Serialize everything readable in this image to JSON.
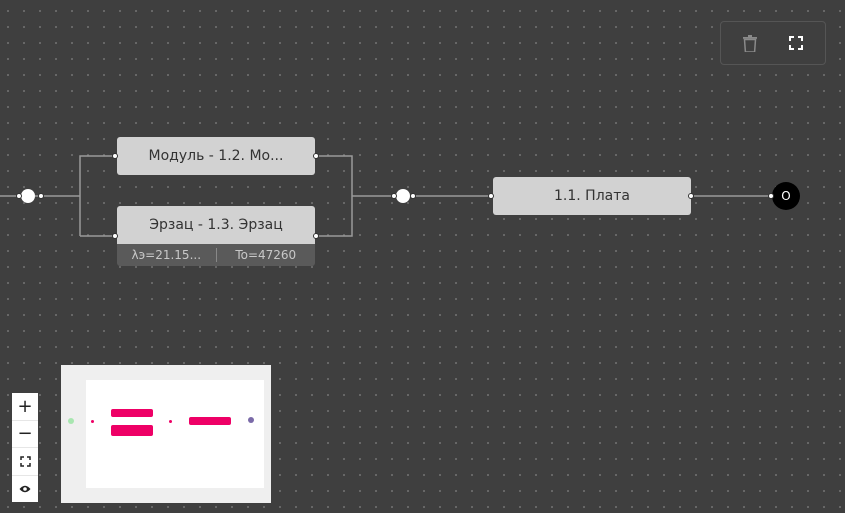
{
  "toolbar": {
    "trash_icon": "trash-icon",
    "fullscreen_icon": "fullscreen-icon"
  },
  "nodes": [
    {
      "id": "1.2",
      "label": "Модуль - 1.2. Мо..."
    },
    {
      "id": "1.3",
      "label": "Эрзац - 1.3. Эрзац",
      "lambda": "λэ=21.15...",
      "to": "To=47260"
    },
    {
      "id": "1.1",
      "label": "1.1. Плата"
    }
  ],
  "terminal": {
    "label": "O"
  },
  "zoom": {
    "in_label": "+",
    "out_label": "−",
    "fit_icon": "fit-view-icon",
    "eye_icon": "eye-icon"
  },
  "colors": {
    "background": "#3f3f3f",
    "node": "#d2d2d2",
    "minimap_node": "#ee0066",
    "minimap_start": "#a8e6b0",
    "minimap_end": "#7a6aa8"
  }
}
